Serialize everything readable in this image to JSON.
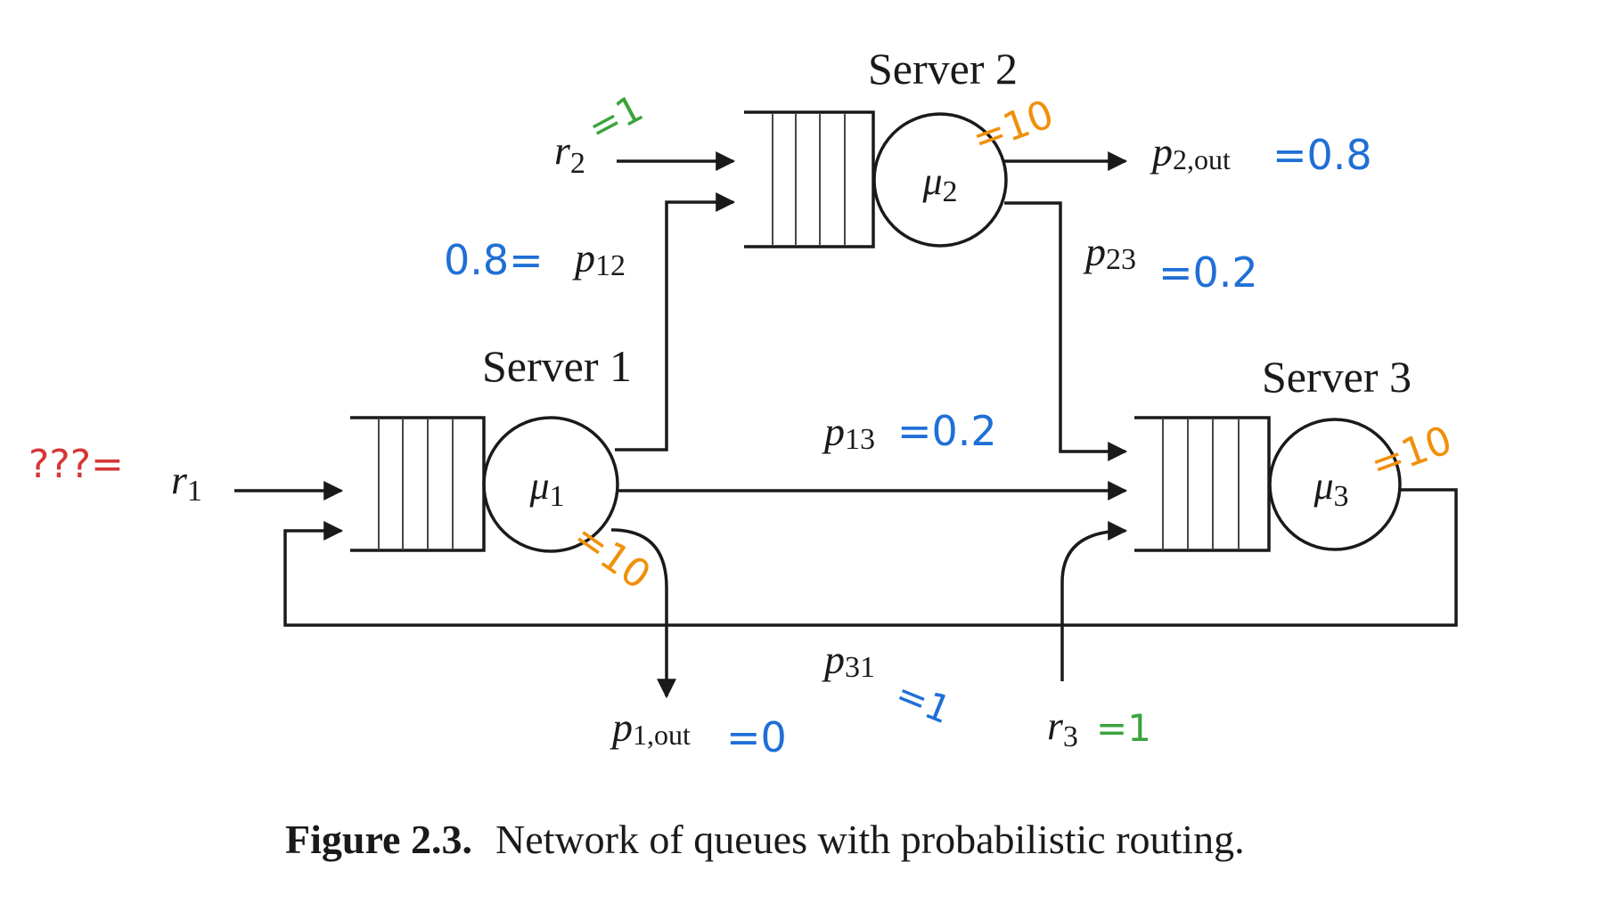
{
  "servers": [
    {
      "title": "Server 1",
      "rate_symbol": "μ",
      "rate_sub": "1",
      "rate_note": "=10"
    },
    {
      "title": "Server 2",
      "rate_symbol": "μ",
      "rate_sub": "2",
      "rate_note": "=10"
    },
    {
      "title": "Server 3",
      "rate_symbol": "μ",
      "rate_sub": "3",
      "rate_note": "=10"
    }
  ],
  "arrivals": [
    {
      "symbol": "r",
      "sub": "1",
      "note": "???="
    },
    {
      "symbol": "r",
      "sub": "2",
      "note": "=1"
    },
    {
      "symbol": "r",
      "sub": "3",
      "note": "=1"
    }
  ],
  "routing": {
    "p12": {
      "symbol": "p",
      "sub": "12",
      "note": "0.8="
    },
    "p13": {
      "symbol": "p",
      "sub": "13",
      "note": "=0.2"
    },
    "p23": {
      "symbol": "p",
      "sub": "23",
      "note": "=0.2"
    },
    "p31": {
      "symbol": "p",
      "sub": "31",
      "note": "=1"
    },
    "p1out": {
      "symbol": "p",
      "sub": "1,out",
      "note": "=0"
    },
    "p2out": {
      "symbol": "p",
      "sub": "2,out",
      "note": "=0.8"
    }
  },
  "caption": {
    "label": "Figure 2.3.",
    "text": "Network of queues with probabilistic routing."
  },
  "colors": {
    "line": "#1a1a1a",
    "note_unknown": "#d63636",
    "note_arrival": "#3aa43a",
    "note_rate": "#f0900a",
    "note_prob": "#1f6fd6"
  }
}
